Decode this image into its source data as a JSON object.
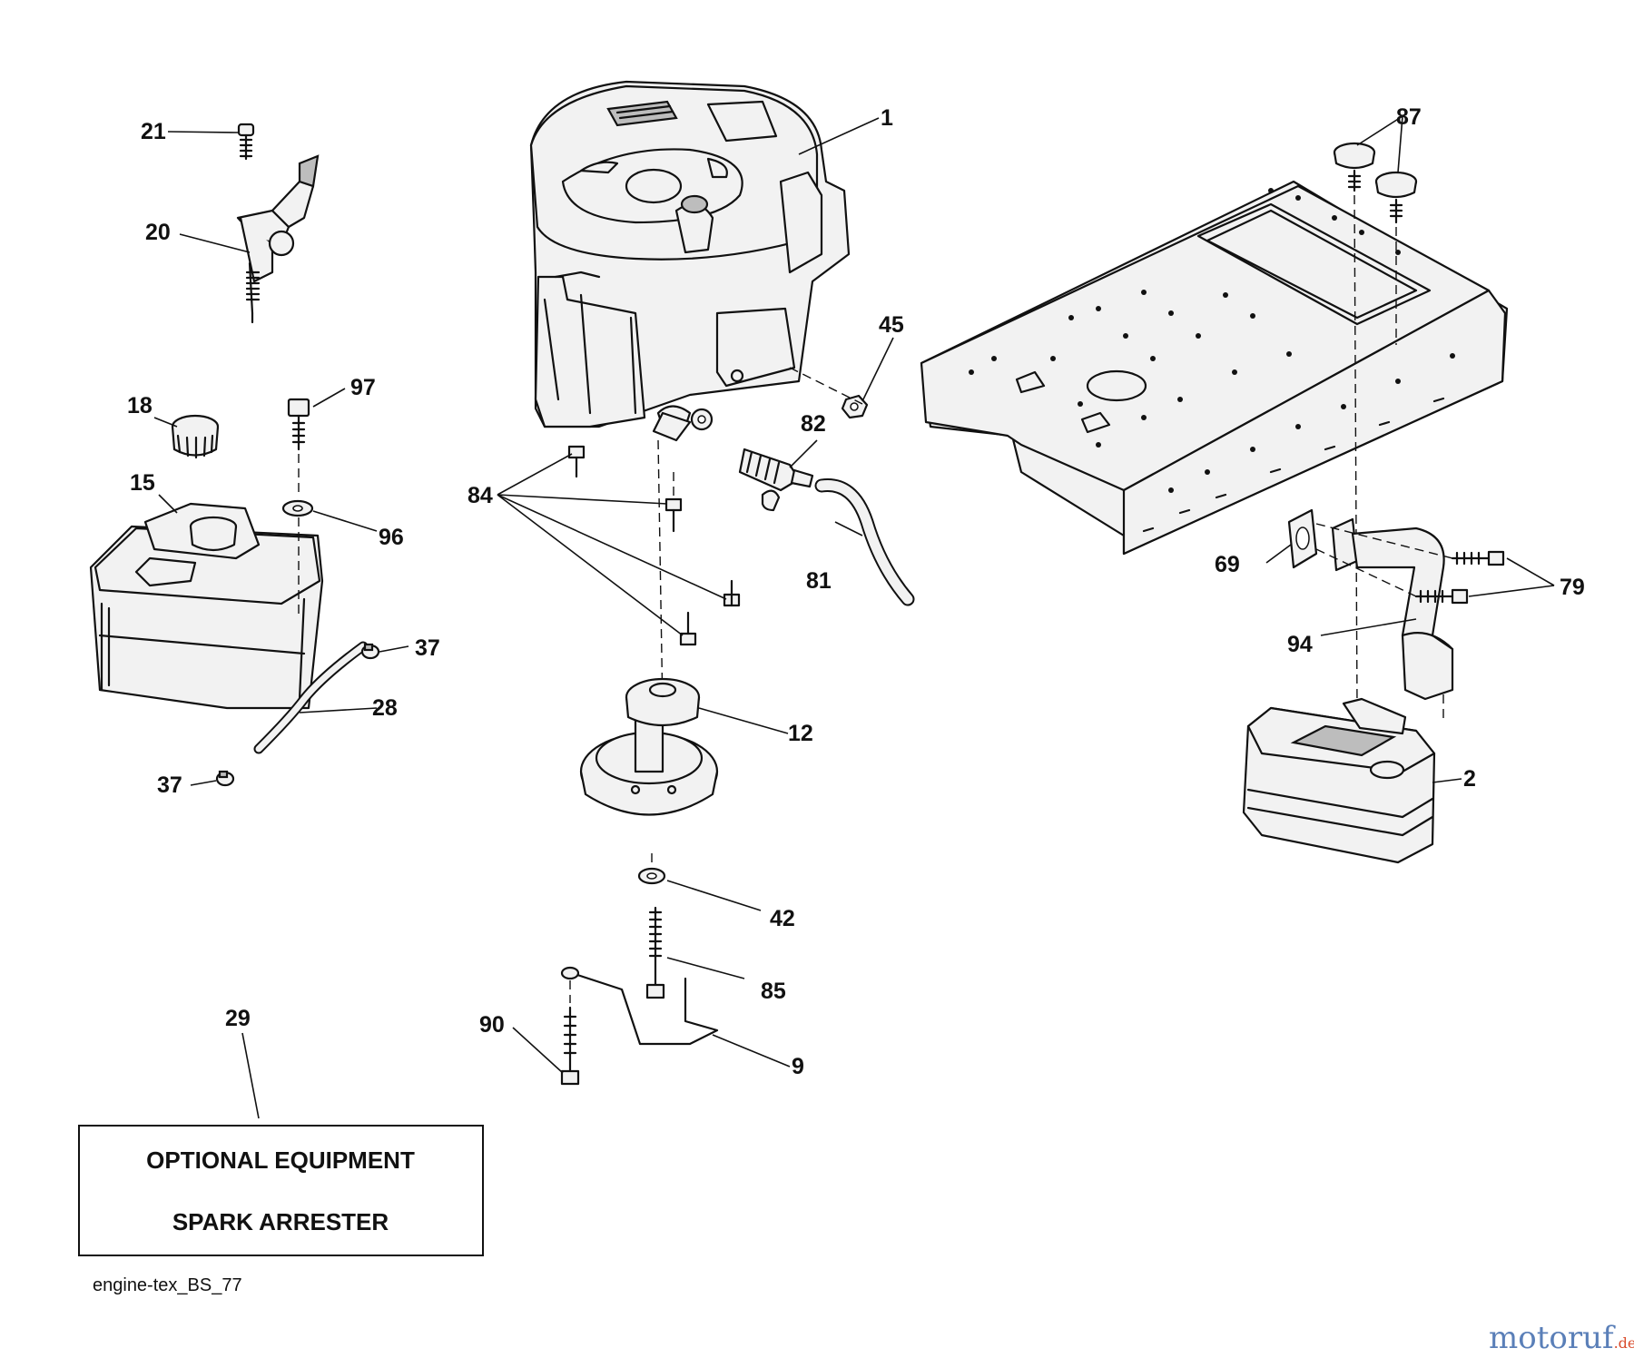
{
  "labels": {
    "p1": "1",
    "p2": "2",
    "p9": "9",
    "p12": "12",
    "p15": "15",
    "p18": "18",
    "p20": "20",
    "p21": "21",
    "p28": "28",
    "p29": "29",
    "p37a": "37",
    "p37b": "37",
    "p42": "42",
    "p45": "45",
    "p69": "69",
    "p79": "79",
    "p81": "81",
    "p82": "82",
    "p84": "84",
    "p85": "85",
    "p87": "87",
    "p90": "90",
    "p94": "94",
    "p96": "96",
    "p97": "97"
  },
  "optional_box": {
    "line1": "OPTIONAL EQUIPMENT",
    "line2": "SPARK ARRESTER"
  },
  "reference": "engine-tex_BS_77",
  "watermark": {
    "brand": "motoruf",
    "suffix": ".de"
  }
}
